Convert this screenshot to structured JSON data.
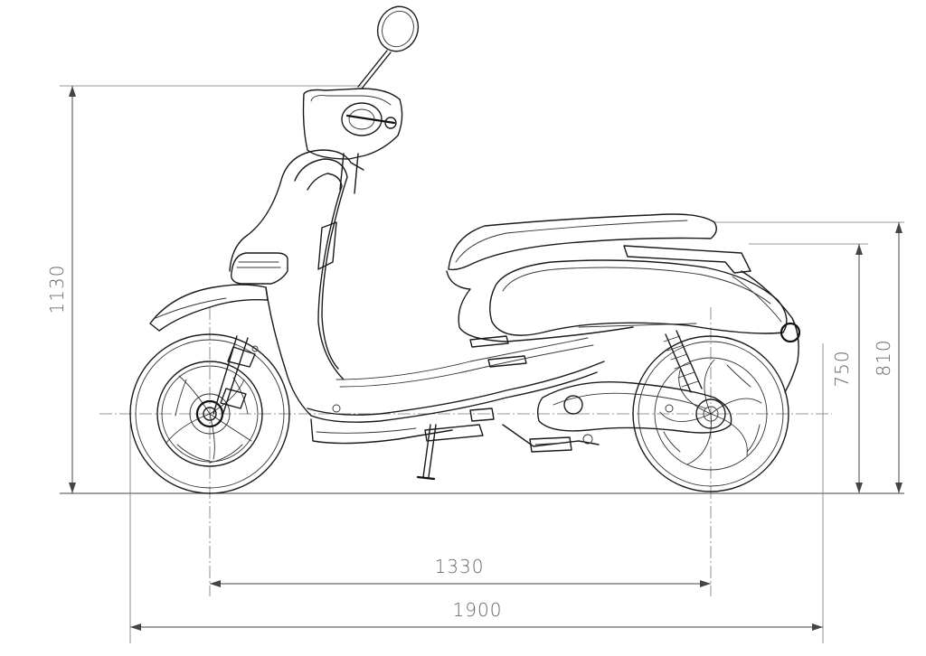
{
  "dimensions": {
    "overall_height": "1130",
    "seat_height_outer": "810",
    "seat_height_inner": "750",
    "wheelbase": "1330",
    "overall_length": "1900"
  }
}
